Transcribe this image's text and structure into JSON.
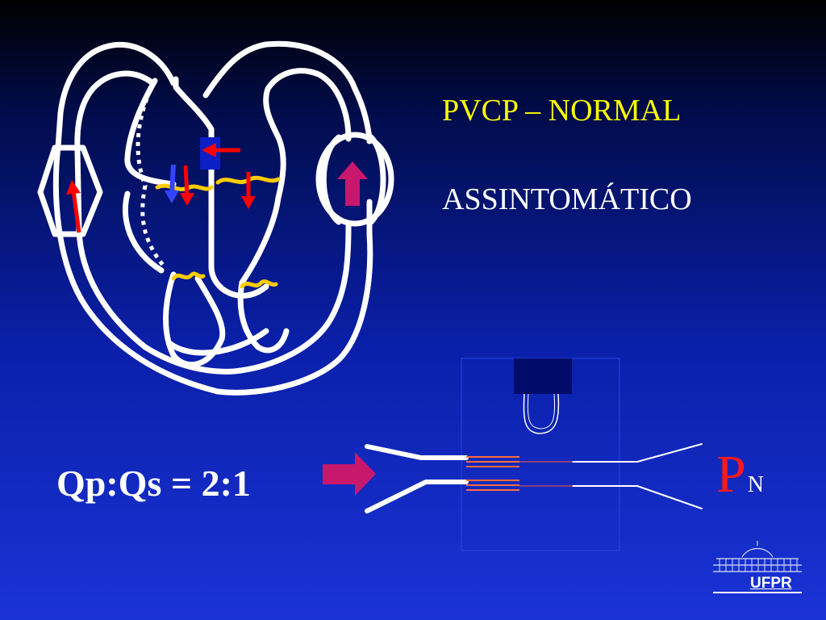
{
  "slide": {
    "title": "PVCP – NORMAL",
    "subtitle": "ASSINTOMÁTICO",
    "ratio": "Qp:Qs = 2:1",
    "pressure_main": "P",
    "pressure_sub": "N",
    "logo_text": "UFPR"
  },
  "colors": {
    "title": "#ffff00",
    "text": "#ffffff",
    "flow_arrow": "#ff0000",
    "pressure": "#ff1a1a",
    "shunt_arrow": "#c8186e",
    "valve": "#ffcc00",
    "blue_arrow": "#3344ff"
  }
}
